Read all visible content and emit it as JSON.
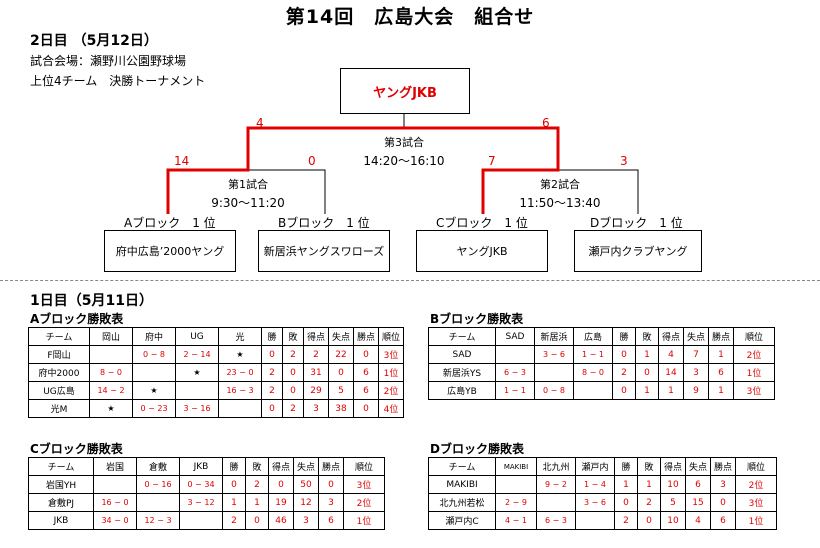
{
  "title": "第14回　広島大会　組合せ",
  "day2": {
    "heading": "2日目 （5月12日）",
    "venue": "試合会場：瀬野川公園野球場",
    "format": "上位4チーム　決勝トーナメント",
    "winner": "ヤングJKB",
    "final": {
      "label": "第3試合",
      "time": "14:20〜16:10",
      "score_left": "4",
      "score_right": "6"
    },
    "semi1": {
      "label": "第1試合",
      "time": "9:30〜11:20",
      "score_left": "14",
      "score_right": "0"
    },
    "semi2": {
      "label": "第2試合",
      "time": "11:50〜13:40",
      "score_left": "7",
      "score_right": "3"
    },
    "blocks": [
      "Aブロック　1 位",
      "Bブロック　1 位",
      "Cブロック　1 位",
      "Dブロック　1 位"
    ],
    "teams": [
      "府中広島’2000ヤング",
      "新居浜ヤングスワローズ",
      "ヤングJKB",
      "瀬戸内クラブヤング"
    ]
  },
  "day1": {
    "heading": "1日目（5月11日）",
    "colors": {
      "red": "#e00000"
    },
    "blockA": {
      "title": "Aブロック勝敗表",
      "headers": [
        "チーム",
        "岡山",
        "府中",
        "UG",
        "光",
        "勝",
        "敗",
        "得点",
        "失点",
        "勝点",
        "順位"
      ],
      "rows": [
        [
          "F岡山",
          "",
          "0 − 8",
          "2 − 14",
          "★",
          "0",
          "2",
          "2",
          "22",
          "0",
          "3位"
        ],
        [
          "府中2000",
          "8 − 0",
          "",
          "★",
          "23 − 0",
          "2",
          "0",
          "31",
          "0",
          "6",
          "1位"
        ],
        [
          "UG広島",
          "14 − 2",
          "★",
          "",
          "16 − 3",
          "2",
          "0",
          "29",
          "5",
          "6",
          "2位"
        ],
        [
          "光M",
          "★",
          "0 − 23",
          "3 − 16",
          "",
          "0",
          "2",
          "3",
          "38",
          "0",
          "4位"
        ]
      ]
    },
    "blockB": {
      "title": "Bブロック勝敗表",
      "headers": [
        "チーム",
        "SAD",
        "新居浜",
        "広島",
        "勝",
        "敗",
        "得点",
        "失点",
        "勝点",
        "順位"
      ],
      "rows": [
        [
          "SAD",
          "",
          "3 − 6",
          "1 − 1",
          "0",
          "1",
          "4",
          "7",
          "1",
          "2位"
        ],
        [
          "新居浜YS",
          "6 − 3",
          "",
          "8 − 0",
          "2",
          "0",
          "14",
          "3",
          "6",
          "1位"
        ],
        [
          "広島YB",
          "1 − 1",
          "0 − 8",
          "",
          "0",
          "1",
          "1",
          "9",
          "1",
          "3位"
        ]
      ]
    },
    "blockC": {
      "title": "Cブロック勝敗表",
      "headers": [
        "チーム",
        "岩国",
        "倉敷",
        "JKB",
        "勝",
        "敗",
        "得点",
        "失点",
        "勝点",
        "順位"
      ],
      "rows": [
        [
          "岩国YH",
          "",
          "0 − 16",
          "0 − 34",
          "0",
          "2",
          "0",
          "50",
          "0",
          "3位"
        ],
        [
          "倉敷PJ",
          "16 − 0",
          "",
          "3 − 12",
          "1",
          "1",
          "19",
          "12",
          "3",
          "2位"
        ],
        [
          "JKB",
          "34 − 0",
          "12 − 3",
          "",
          "2",
          "0",
          "46",
          "3",
          "6",
          "1位"
        ]
      ]
    },
    "blockD": {
      "title": "Dブロック勝敗表",
      "headers": [
        "チーム",
        "MAKIBI",
        "北九州",
        "瀬戸内",
        "勝",
        "敗",
        "得点",
        "失点",
        "勝点",
        "順位"
      ],
      "rows": [
        [
          "MAKIBI",
          "",
          "9 − 2",
          "1 − 4",
          "1",
          "1",
          "10",
          "6",
          "3",
          "2位"
        ],
        [
          "北九州若松",
          "2 − 9",
          "",
          "3 − 6",
          "0",
          "2",
          "5",
          "15",
          "0",
          "3位"
        ],
        [
          "瀬戸内C",
          "4 − 1",
          "6 − 3",
          "",
          "2",
          "0",
          "10",
          "4",
          "6",
          "1位"
        ]
      ]
    }
  }
}
